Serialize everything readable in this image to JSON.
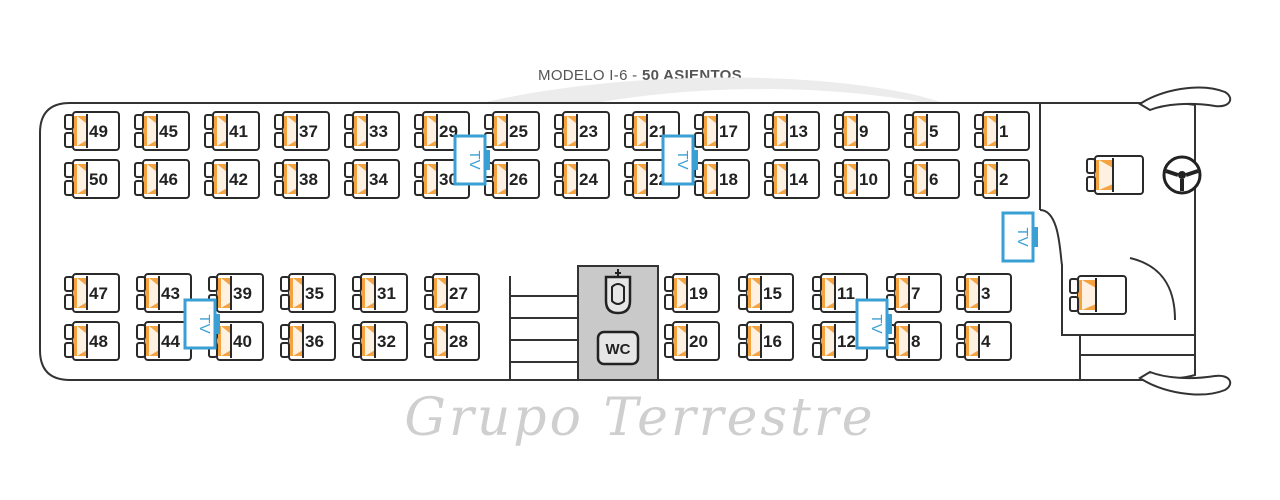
{
  "header": {
    "model": "MODELO I-6 - ",
    "seats_label": "50 ASIENTOS"
  },
  "watermark": {
    "text": "Grupo Terrestre"
  },
  "colors": {
    "seat_accent": "#f4a340",
    "seat_outline": "#2a2a2a",
    "tv": "#3a9fd4",
    "wc_fill": "#c9c9c9",
    "bus_outline": "#333333"
  },
  "icons": {
    "tv": "tv-icon",
    "wc": "wc-icon",
    "toilet": "toilet-icon",
    "steering": "steering-wheel-icon"
  },
  "seats": {
    "top_row": [
      "49",
      "45",
      "41",
      "37",
      "33",
      "29",
      "25",
      "23",
      "21",
      "17",
      "13",
      "9",
      "5",
      "1"
    ],
    "second_row": [
      "50",
      "46",
      "42",
      "38",
      "34",
      "30",
      "26",
      "24",
      "22",
      "18",
      "14",
      "10",
      "6",
      "2"
    ],
    "third_row_left": [
      "47",
      "43",
      "39",
      "35",
      "31",
      "27"
    ],
    "fourth_row_left": [
      "48",
      "44",
      "40",
      "36",
      "32",
      "28"
    ],
    "third_row_right": [
      "19",
      "15",
      "11",
      "7",
      "3"
    ],
    "fourth_row_right": [
      "20",
      "16",
      "12",
      "8",
      "4"
    ]
  },
  "tv_label": "TV",
  "wc_label": "WC"
}
